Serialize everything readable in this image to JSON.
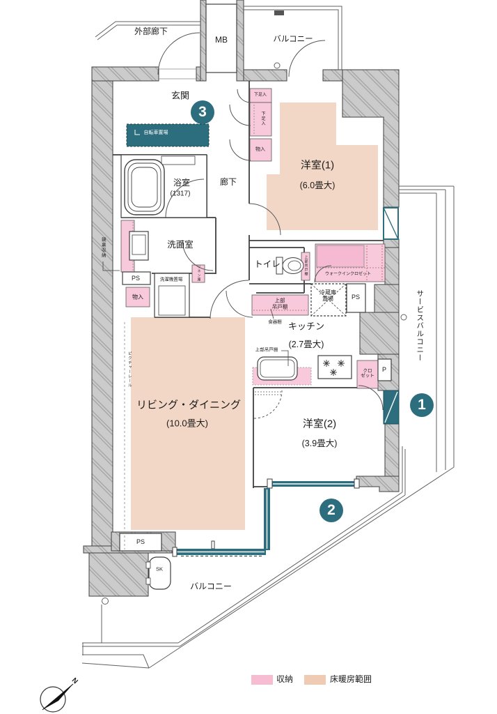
{
  "colors": {
    "accent_teal": "#2d6e7e",
    "storage_pink": "#f8c9db",
    "floor_heating_peach": "#f3d7c6",
    "wall_gray": "#cbcbcb"
  },
  "rooms": {
    "exterior_corridor": "外部廊下",
    "meter_box": "MB",
    "balcony_top": "バルコニー",
    "entrance": "玄関",
    "western_room_1": "洋室(1)",
    "western_room_1_size": "(6.0畳大)",
    "bathroom": "浴室",
    "bathroom_size": "(1317)",
    "hallway": "廊下",
    "washroom": "洗面室",
    "toilet": "トイレ",
    "walk_in_closet": "ウォークインクロゼット",
    "kitchen": "キッチン",
    "kitchen_size": "(2.7畳大)",
    "living_dining": "リビング・ダイニング",
    "living_dining_size": "(10.0畳大)",
    "western_room_2": "洋室(2)",
    "western_room_2_size": "(3.9畳大)",
    "service_balcony": "サービスバルコニー",
    "balcony_bottom": "バルコニー"
  },
  "features": {
    "bicycle_parking": "自転車置場",
    "shoe_box": "下足入",
    "storage": "物入",
    "mirror_back_storage": "鏡裏収納",
    "washer_place": "洗濯機置場",
    "linen_cabinet": "リネン庫",
    "upper_cabinet_vertical": "上部吊戸棚",
    "fridge_place": "冷蔵庫\n置場",
    "upper_cabinet_two_line": "上部\n吊戸棚",
    "dish_shelf": "食器棚",
    "upper_cabinet": "上部吊戸棚",
    "closet": "クロ\nゼット",
    "pipe_p": "P",
    "ps": "PS",
    "picture_rail": "ピクチャーレール",
    "slop_sink": "SK"
  },
  "circled_numbers": {
    "one": "1",
    "two": "2",
    "three": "3"
  },
  "legend": {
    "storage": "収納",
    "floor_heating": "床暖房範囲"
  },
  "compass": {
    "north": "N"
  }
}
